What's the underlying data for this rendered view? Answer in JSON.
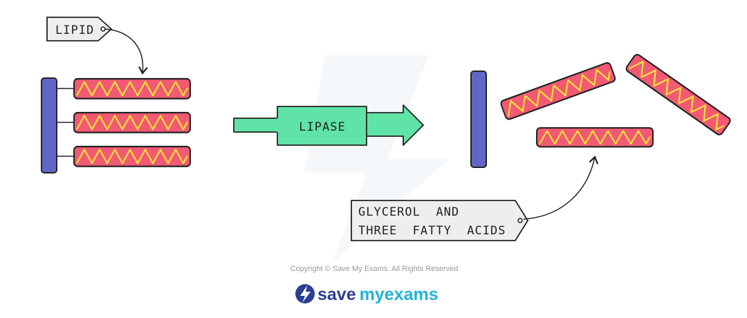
{
  "labels": {
    "lipid_tag": "LIPID",
    "enzyme": "LIPASE",
    "product_line1": "GLYCEROL  AND",
    "product_line2": "THREE  FATTY  ACIDS"
  },
  "footer": {
    "copyright": "Copyright © Save My Exams. All Rights Reserved",
    "logo_part1": "save",
    "logo_part2": "my",
    "logo_part3": "exams"
  },
  "colors": {
    "glycerol": "#6167c9",
    "fatty_acid": "#f25a73",
    "zigzag": "#f5e13a",
    "arrow": "#5fe3a6",
    "tag_fill": "#eeeeee",
    "logo_dark": "#2b3f94",
    "logo_light": "#23b3d8"
  }
}
